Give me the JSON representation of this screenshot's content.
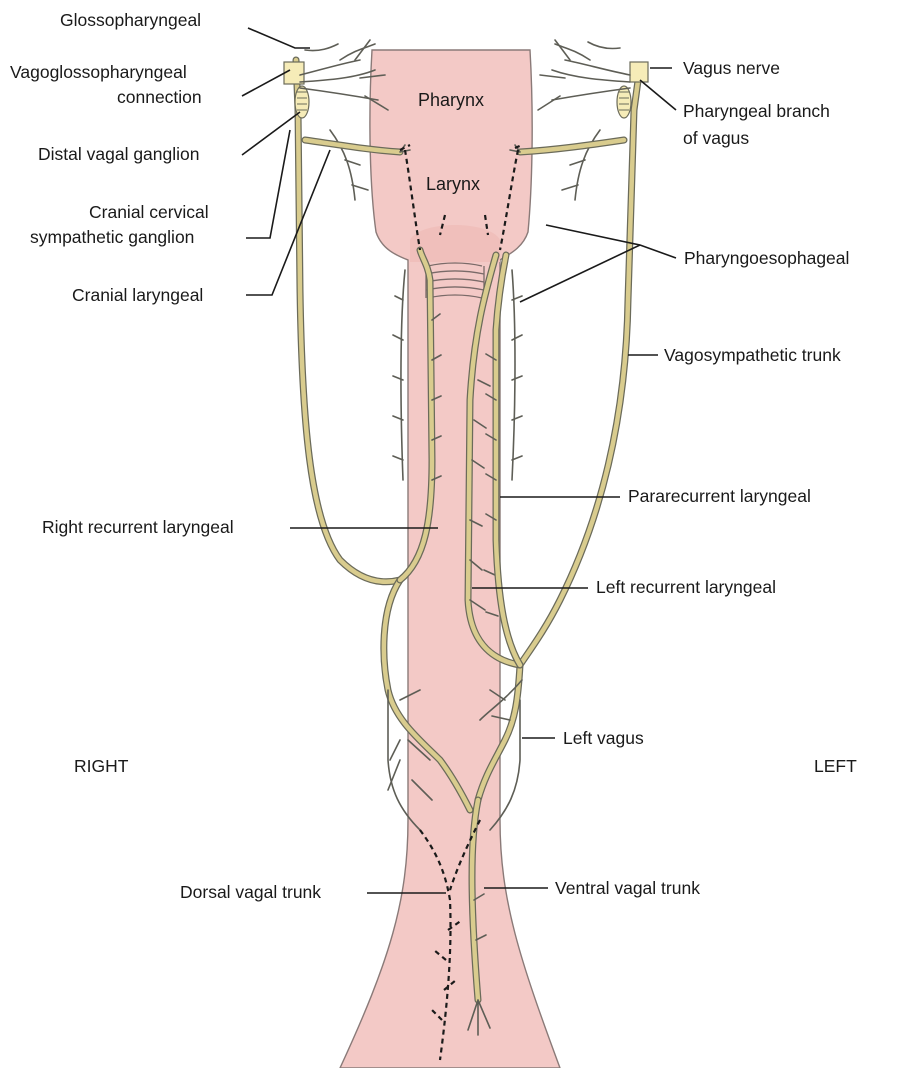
{
  "labels": {
    "glossopharyngeal": "Glossopharyngeal",
    "vagoglosso_line1": "Vagoglossopharyngeal",
    "vagoglosso_line2": "connection",
    "distal_vagal_ganglion": "Distal vagal ganglion",
    "cranial_cervical_line1": "Cranial cervical",
    "cranial_cervical_line2": "sympathetic ganglion",
    "cranial_laryngeal": "Cranial laryngeal",
    "vagus_nerve": "Vagus nerve",
    "pharyngeal_branch_line1": "Pharyngeal branch",
    "pharyngeal_branch_line2": "of vagus",
    "pharyngoesophageal": "Pharyngoesophageal",
    "vagosympathetic_trunk": "Vagosympathetic trunk",
    "pararecurrent_laryngeal": "Pararecurrent laryngeal",
    "right_recurrent_laryngeal": "Right recurrent laryngeal",
    "left_recurrent_laryngeal": "Left recurrent laryngeal",
    "left_vagus": "Left vagus",
    "ventral_vagal_trunk": "Ventral vagal trunk",
    "dorsal_vagal_trunk": "Dorsal vagal trunk"
  },
  "organs": {
    "pharynx": "Pharynx",
    "larynx": "Larynx"
  },
  "orientation": {
    "right": "RIGHT",
    "left": "LEFT"
  },
  "colors": {
    "tissue": "#f3c9c6",
    "tissue_edge": "#8a7a78",
    "nerve_fill": "#f6ecb8",
    "nerve_outline": "#6b6b5a",
    "dorsal_trunk_dash": "#1a1a1a"
  }
}
